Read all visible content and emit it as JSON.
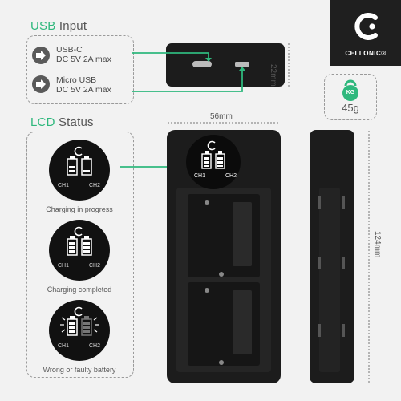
{
  "brand": {
    "name": "CELLONIC",
    "reg": "®"
  },
  "usb_section": {
    "title_accent": "USB",
    "title_rest": " Input",
    "inputs": [
      {
        "icon": "arrow-right-icon",
        "line1": "USB-C",
        "line2": "DC 5V 2A max"
      },
      {
        "icon": "arrow-right-icon",
        "line1": "Micro USB",
        "line2": "DC 5V 2A max"
      }
    ]
  },
  "lcd_section": {
    "title_accent": "LCD",
    "title_rest": " Status",
    "states": [
      {
        "caption": "Charging in progress",
        "ch1": "CH1",
        "ch2": "CH2"
      },
      {
        "caption": "Charging completed",
        "ch1": "CH1",
        "ch2": "CH2"
      },
      {
        "caption": "Wrong or faulty battery",
        "ch1": "CH1",
        "ch2": "CH2"
      }
    ]
  },
  "weight": {
    "unit": "KG",
    "value": "45g"
  },
  "dimensions": {
    "width": "56mm",
    "height": "124mm",
    "depth": "22mm"
  },
  "device_screen": {
    "ch1": "CH1",
    "ch2": "CH2"
  },
  "colors": {
    "accent": "#2fb87d",
    "device": "#1c1c1c"
  }
}
